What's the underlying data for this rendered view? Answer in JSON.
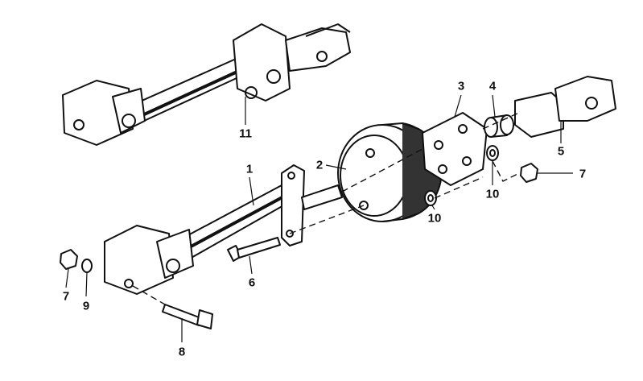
{
  "callouts": {
    "c11": "11",
    "c1": "1",
    "c2": "2",
    "c3": "3",
    "c4": "4",
    "c5": "5",
    "c7a": "7",
    "c10a": "10",
    "c10b": "10",
    "c6": "6",
    "c7b": "7",
    "c9": "9",
    "c8": "8"
  }
}
